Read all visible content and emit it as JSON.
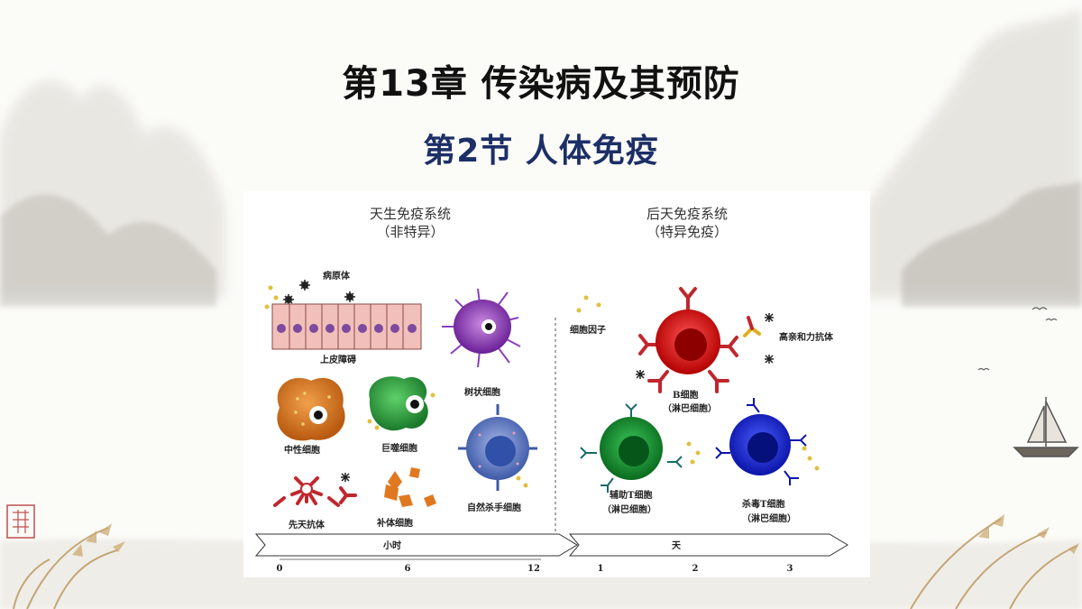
{
  "slide": {
    "title": "第13章  传染病及其预防",
    "subtitle": "第2节  人体免疫"
  },
  "figure": {
    "innate": {
      "heading": "天生免疫系统",
      "subheading": "（非特异）",
      "labels": {
        "pathogen": "病原体",
        "epithelium": "上皮障碍",
        "dendritic": "树状细胞",
        "neutrophil": "中性细胞",
        "macrophage": "巨噬细胞",
        "nk": "自然杀手细胞",
        "antibody": "先天抗体",
        "complement": "补体细胞"
      },
      "timeline_label": "小时",
      "ticks": [
        "0",
        "6",
        "12"
      ]
    },
    "adaptive": {
      "heading": "后天免疫系统",
      "subheading": "（特异免疫）",
      "labels": {
        "cytokine": "细胞因子",
        "high_affinity": "高亲和力抗体",
        "bcell": "B细胞",
        "bcell_sub": "（淋巴细胞）",
        "helper": "辅助T细胞",
        "helper_sub": "（淋巴细胞）",
        "killer": "杀毒T细胞",
        "killer_sub": "（淋巴细胞）"
      },
      "timeline_label": "天",
      "ticks": [
        "1",
        "2",
        "3"
      ]
    }
  },
  "colors": {
    "title": "#111111",
    "subtitle": "#1c2f66"
  }
}
